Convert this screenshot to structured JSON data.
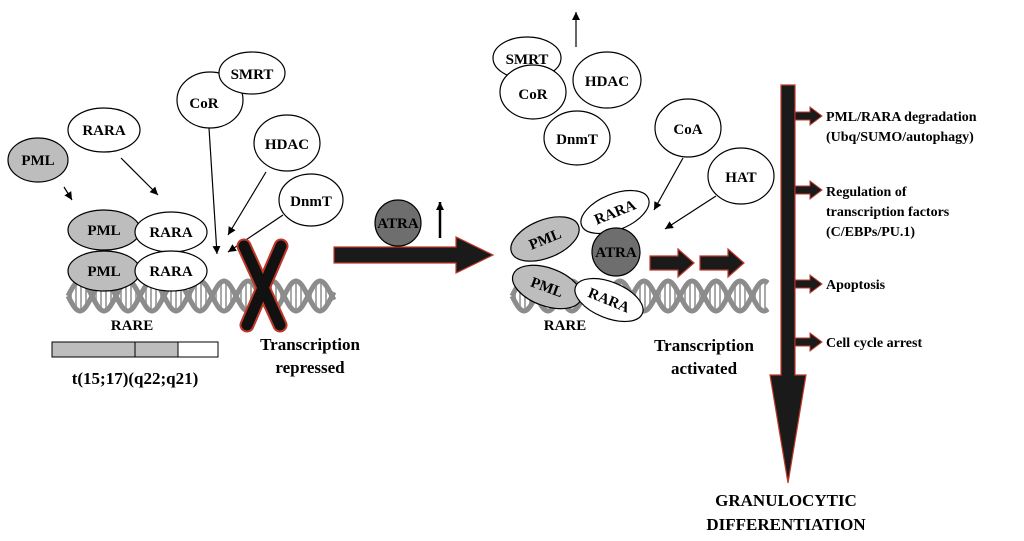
{
  "left": {
    "pml_free": "PML",
    "rara_free": "RARA",
    "cor": "CoR",
    "smrt": "SMRT",
    "hdac": "HDAC",
    "dnmt": "DnmT",
    "pml_top": "PML",
    "rara_top": "RARA",
    "pml_bottom": "PML",
    "rara_bottom": "RARA",
    "rare": "RARE",
    "translocation": "t(15;17)(q22;q21)",
    "caption_line1": "Transcription",
    "caption_line2": "repressed"
  },
  "middle": {
    "atra": "ATRA"
  },
  "right": {
    "smrt": "SMRT",
    "cor": "CoR",
    "hdac": "HDAC",
    "dnmt": "DnmT",
    "coa": "CoA",
    "hat": "HAT",
    "pml_top": "PML",
    "rara_top": "RARA",
    "atra": "ATRA",
    "pml_bottom": "PML",
    "rara_bottom": "RARA",
    "rare": "RARE",
    "caption_line1": "Transcription",
    "caption_line2": "activated"
  },
  "outcomes": [
    {
      "line1": "PML/RARA degradation",
      "line2": "(Ubq/SUMO/autophagy)",
      "line3": ""
    },
    {
      "line1": "Regulation of",
      "line2": "transcription factors",
      "line3": "(C/EBPs/PU.1)"
    },
    {
      "line1": "Apoptosis",
      "line2": "",
      "line3": ""
    },
    {
      "line1": "Cell cycle arrest",
      "line2": "",
      "line3": ""
    }
  ],
  "result_line1": "GRANULOCYTIC",
  "result_line2": "DIFFERENTIATION",
  "colors": {
    "pml_fill": "#bdbdbd",
    "atra_fill": "#6e6e6e",
    "arrow_fill": "#1a1a1a",
    "arrow_edge": "#c0392b",
    "dna": "#8c8c8c",
    "cross": "#111111"
  }
}
